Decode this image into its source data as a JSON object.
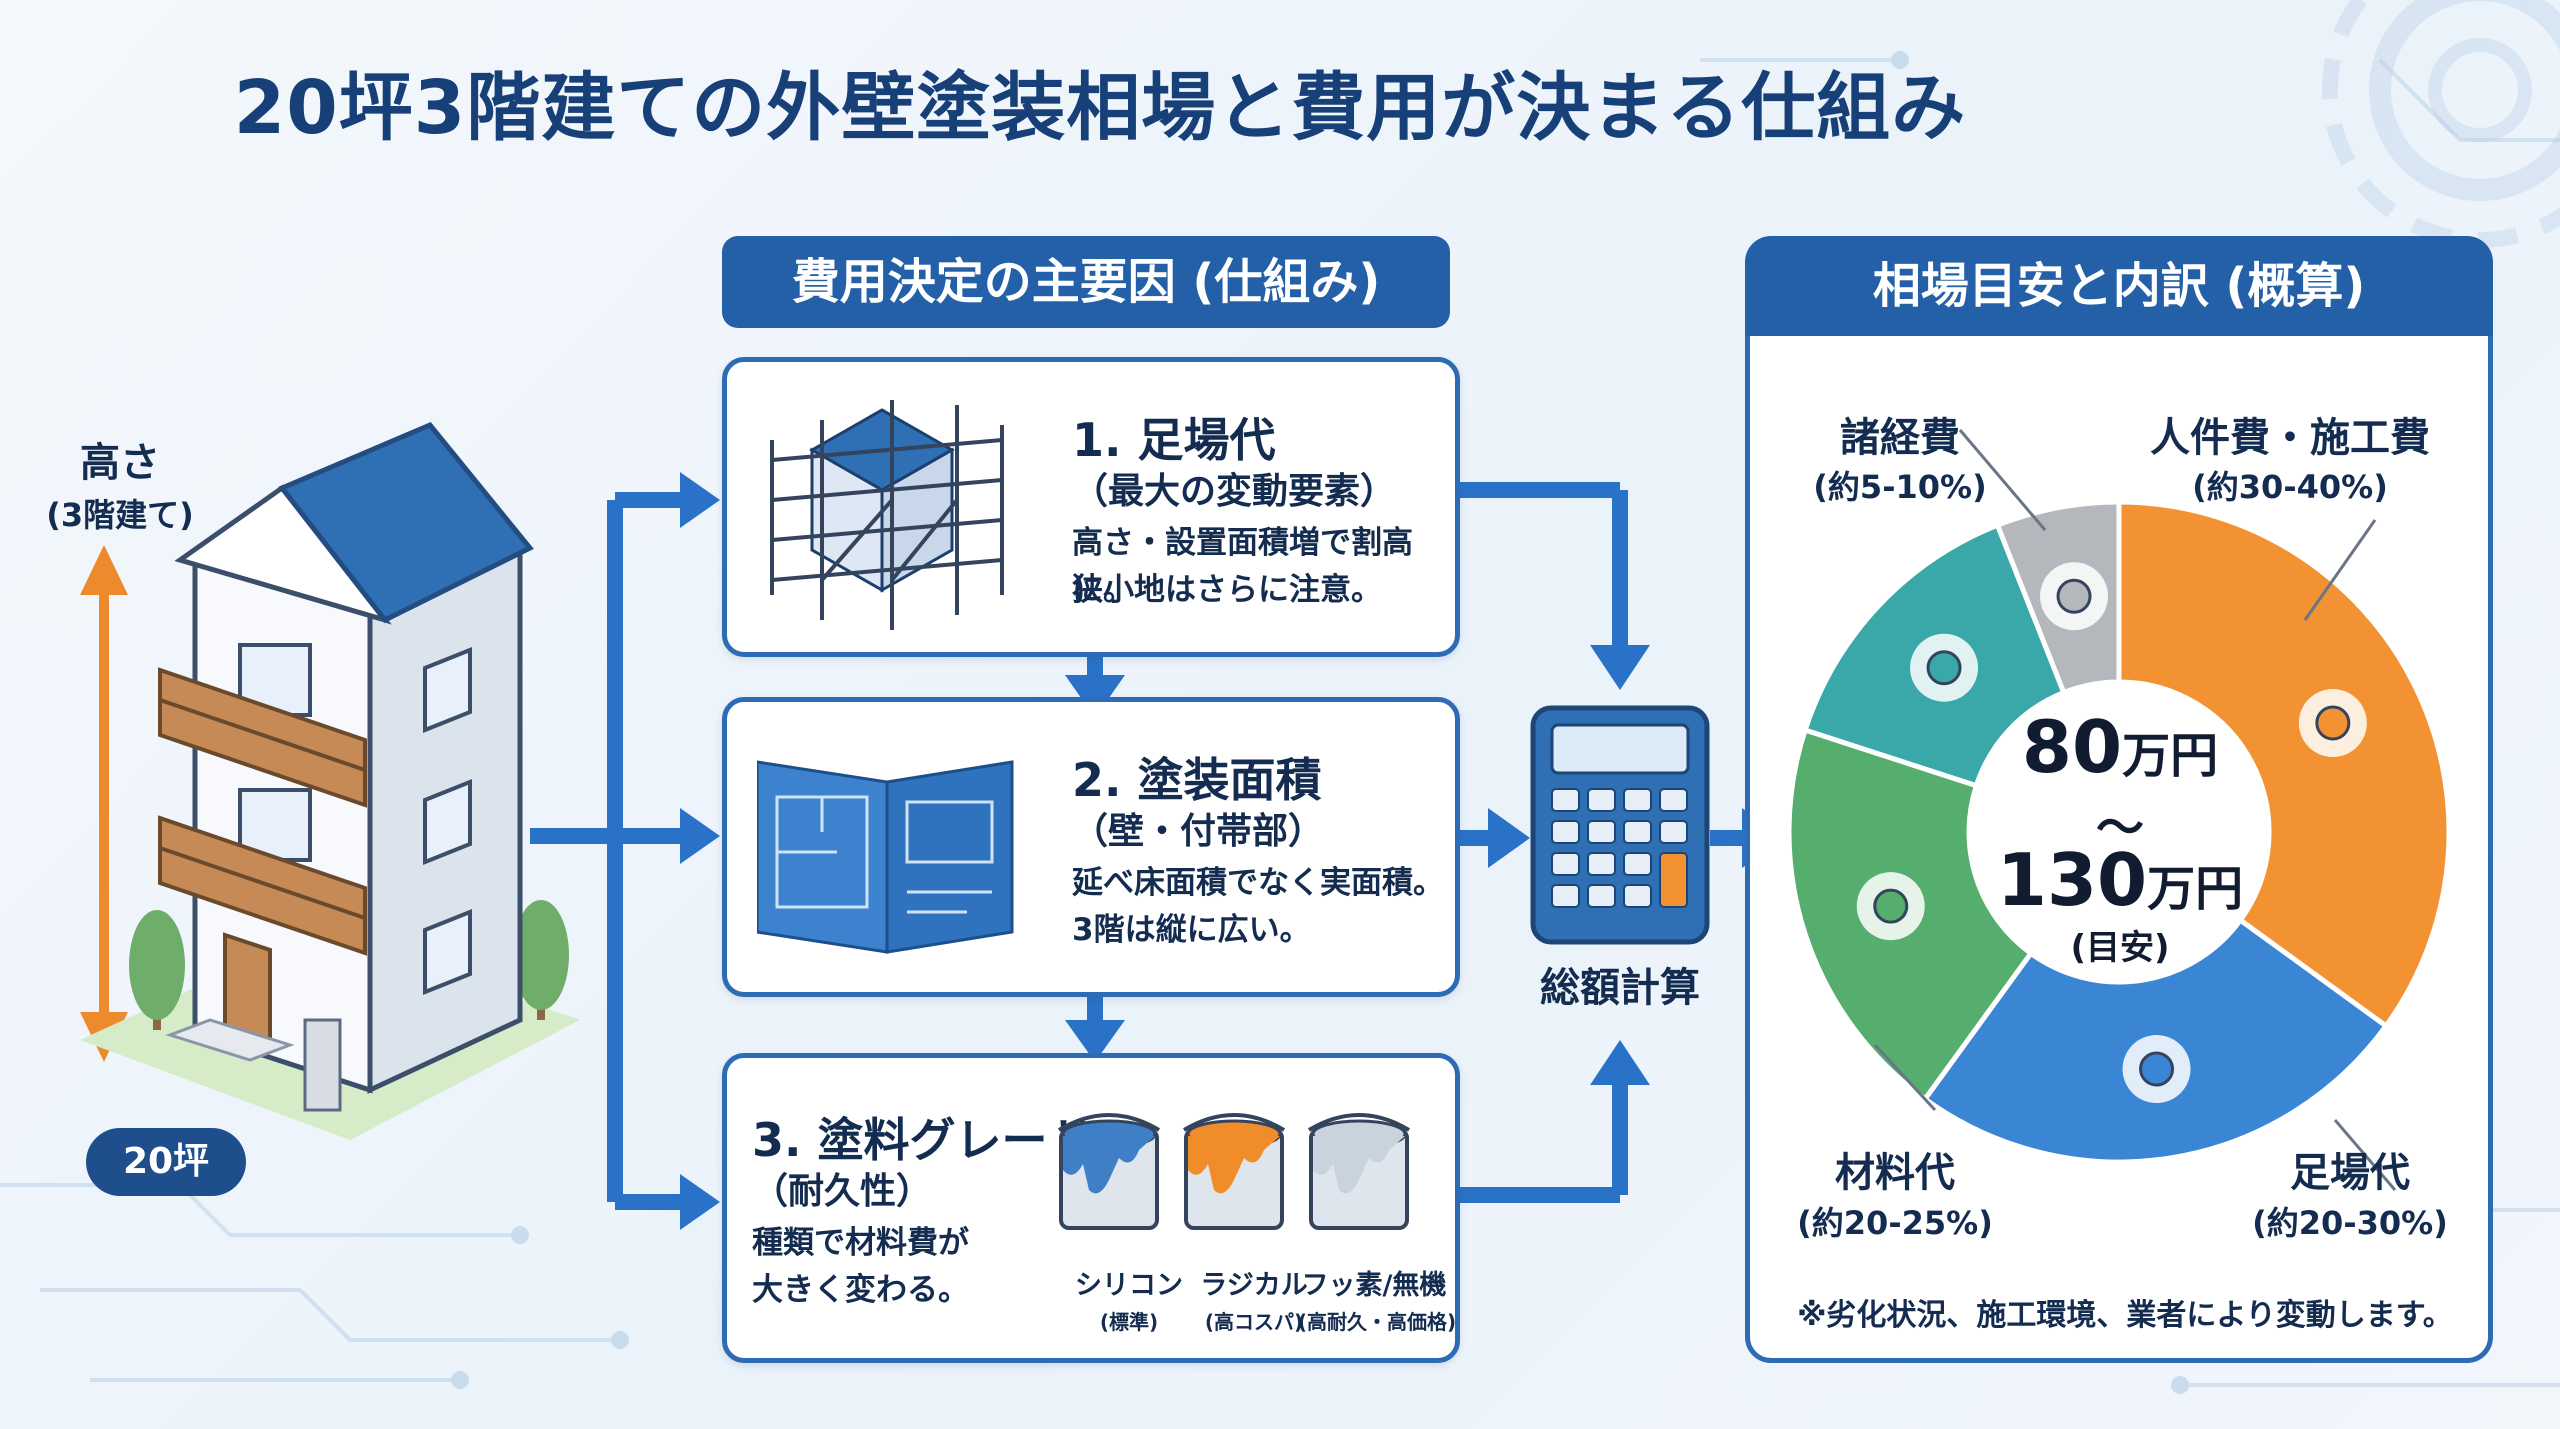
{
  "title": "20坪3階建ての外壁塗装相場と費用が決まる仕組み",
  "building": {
    "height_label": "高さ",
    "height_sub": "(3階建て)",
    "area_badge": "20坪"
  },
  "factors": {
    "header": "費用決定の主要因 (仕組み)",
    "scaffold": {
      "title": "1. 足場代",
      "sub": "（最大の変動要素）",
      "desc1": "高さ・設置面積増で割高に。",
      "desc2": "狭小地はさらに注意。"
    },
    "area": {
      "title": "2. 塗装面積",
      "sub": "（壁・付帯部）",
      "desc1": "延べ床面積でなく実面積。",
      "desc2": "3階は縦に広い。"
    },
    "paint": {
      "title": "3. 塗料グレード",
      "sub": "（耐久性）",
      "desc1": "種類で材料費が",
      "desc2": "大きく変わる。",
      "grades": [
        {
          "name": "シリコン",
          "note": "(標準)",
          "color": "#3f7fc6"
        },
        {
          "name": "ラジカル",
          "note": "(高コスパ)",
          "color": "#f08c2a"
        },
        {
          "name": "フッ素/無機",
          "note": "(高耐久・高価格)",
          "color": "#c9d3de"
        }
      ]
    }
  },
  "calculator": {
    "label": "総額計算"
  },
  "breakdown": {
    "header": "相場目安と内訳 (概算)",
    "center": {
      "low": "80",
      "high": "130",
      "unit": "万円",
      "tilde": "〜",
      "note": "(目安)"
    },
    "note": "※劣化状況、施工環境、業者により変動します。",
    "segments": [
      {
        "name": "人件費・施工費",
        "range": "(約30-40%)",
        "share": 35,
        "color": "#f29233",
        "icon": "painter-icon"
      },
      {
        "name": "足場代",
        "range": "(約20-30%)",
        "share": 25,
        "color": "#3b86d4",
        "icon": "scaffold-icon"
      },
      {
        "name": "材料代",
        "range": "(約20-25%)",
        "share": 20,
        "color": "#55ad6e",
        "icon": "paint-bucket-icon"
      },
      {
        "name": "",
        "range": "",
        "share": 14,
        "color": "#3aa8a8",
        "icon": "paint-cans-icon"
      },
      {
        "name": "諸経費",
        "range": "(約5-10%)",
        "share": 6,
        "color": "#b4b8bd",
        "icon": "truck-icon"
      }
    ]
  },
  "colors": {
    "primary": "#2460a7",
    "arrow": "#2a72c8",
    "height_arrow": "#ee8a2e"
  }
}
